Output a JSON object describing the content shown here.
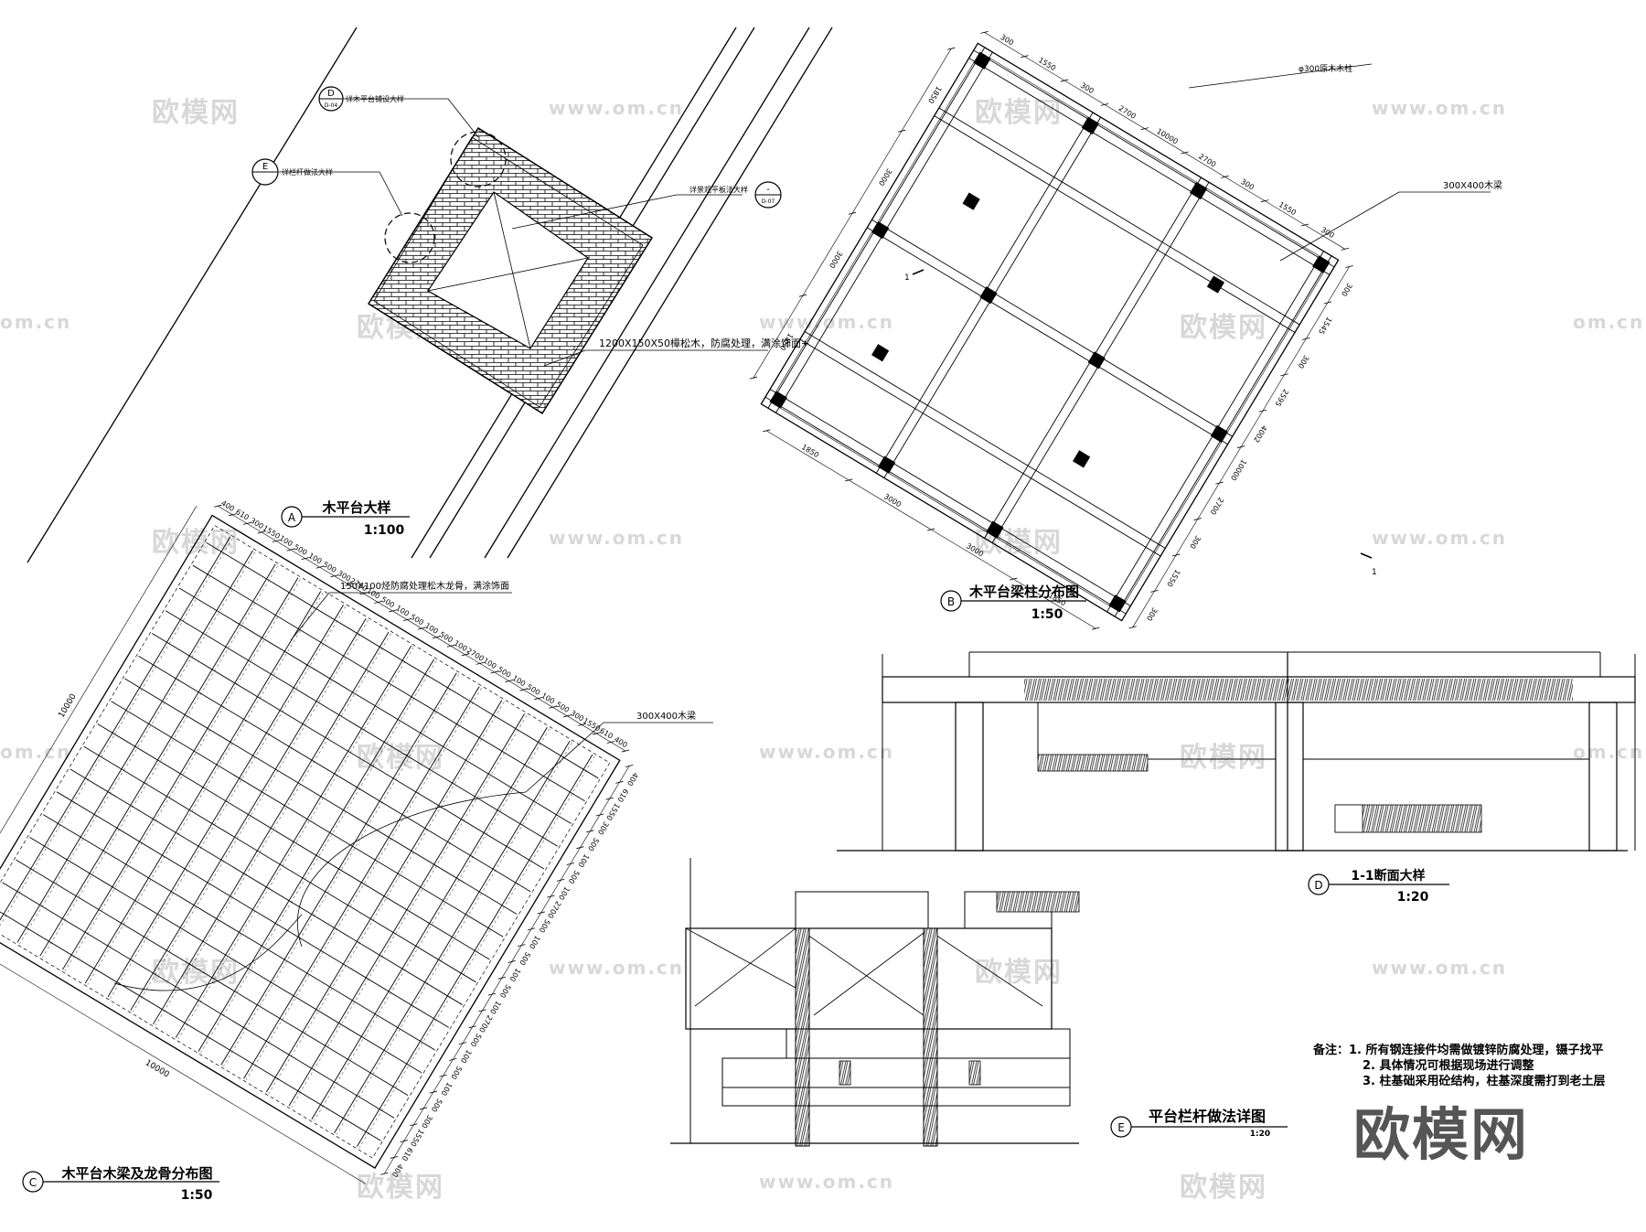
{
  "views": {
    "a": {
      "label": "A",
      "title": "木平台大样",
      "scale": "1:100",
      "callout_d_top": "D",
      "callout_d_bottom": "D-04",
      "callout_d_note": "详木平台铺设大样",
      "callout_e_top": "E",
      "callout_e_note": "详栏杆做法大样",
      "callout_s_top": "-",
      "callout_s_bottom": "D-07",
      "callout_s_note": "详景观平板法大样",
      "material_note": "1200X150X50樟松木，防腐处理，满涂饰面+"
    },
    "b": {
      "label": "B",
      "title": "木平台梁柱分布图",
      "scale": "1:50",
      "post_note": "φ300原木木柱",
      "beam_note": "300X400木梁",
      "section_mark": "1",
      "dims_top": [
        "300",
        "1550",
        "300",
        "2700",
        "10000",
        "2700",
        "300",
        "1550",
        "300"
      ],
      "dims_right": [
        "300",
        "1545",
        "300",
        "2595",
        "4002",
        "10000",
        "2700",
        "300",
        "1550",
        "300"
      ],
      "dims_left": [
        "1850",
        "3000",
        "3000",
        "1850"
      ],
      "dims_bottom": [
        "1850",
        "3000",
        "3000",
        "1850"
      ]
    },
    "c": {
      "label": "C",
      "title": "木平台木梁及龙骨分布图",
      "scale": "1:50",
      "joist_note": "150X100烃防腐处理松木龙骨，满涂饰面",
      "beam_note": "300X400木梁",
      "overall_left": "10000",
      "overall_bottom": "10000",
      "dims_top": [
        "400",
        "610",
        "300",
        "1550",
        "100",
        "500",
        "100",
        "500",
        "300",
        "2700",
        "100",
        "500",
        "100",
        "500",
        "100",
        "500",
        "100",
        "2700",
        "100",
        "500",
        "100",
        "500",
        "100",
        "500",
        "300",
        "1550",
        "610",
        "400"
      ],
      "dims_right": [
        "400",
        "610",
        "1550",
        "300",
        "500",
        "100",
        "500",
        "100",
        "2700",
        "500",
        "100",
        "500",
        "100",
        "500",
        "100",
        "2700",
        "500",
        "100",
        "500",
        "100",
        "500",
        "300",
        "1550",
        "610",
        "400"
      ]
    },
    "d": {
      "label": "D",
      "title": "1-1断面大样",
      "scale": "1:20"
    },
    "e": {
      "label": "E",
      "title": "平台栏杆做法详图",
      "scale": "1:20"
    }
  },
  "notes": [
    "备注：1. 所有钢连接件均需做镀锌防腐处理，镊子找平",
    "2. 具体情况可根据现场进行调整",
    "3. 柱基础采用砼结构，柱基深度需打到老土层"
  ],
  "watermarks": {
    "cn": "欧模网",
    "url": "www.om.cn",
    "url_partial": "om.cn"
  },
  "brand": "欧模网",
  "colors": {
    "ink": "#000000",
    "watermark": "#d8d8d8",
    "brand": "#555555"
  }
}
